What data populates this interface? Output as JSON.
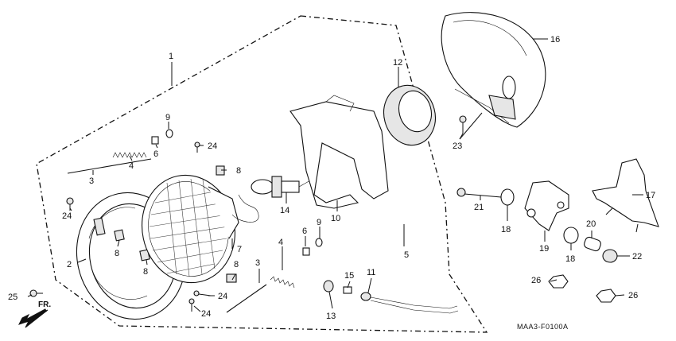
{
  "diagram": {
    "callouts": [
      {
        "id": "c1",
        "text": "1"
      },
      {
        "id": "c2",
        "text": "2"
      },
      {
        "id": "c3a",
        "text": "3"
      },
      {
        "id": "c3b",
        "text": "3"
      },
      {
        "id": "c4a",
        "text": "4"
      },
      {
        "id": "c4b",
        "text": "4"
      },
      {
        "id": "c5",
        "text": "5"
      },
      {
        "id": "c6a",
        "text": "6"
      },
      {
        "id": "c6b",
        "text": "6"
      },
      {
        "id": "c7",
        "text": "7"
      },
      {
        "id": "c8a",
        "text": "8"
      },
      {
        "id": "c8b",
        "text": "8"
      },
      {
        "id": "c8c",
        "text": "8"
      },
      {
        "id": "c8d",
        "text": "8"
      },
      {
        "id": "c9a",
        "text": "9"
      },
      {
        "id": "c9b",
        "text": "9"
      },
      {
        "id": "c10",
        "text": "10"
      },
      {
        "id": "c11",
        "text": "11"
      },
      {
        "id": "c12",
        "text": "12"
      },
      {
        "id": "c13",
        "text": "13"
      },
      {
        "id": "c14",
        "text": "14"
      },
      {
        "id": "c15",
        "text": "15"
      },
      {
        "id": "c16",
        "text": "16"
      },
      {
        "id": "c17",
        "text": "17"
      },
      {
        "id": "c18a",
        "text": "18"
      },
      {
        "id": "c18b",
        "text": "18"
      },
      {
        "id": "c19",
        "text": "19"
      },
      {
        "id": "c20",
        "text": "20"
      },
      {
        "id": "c21",
        "text": "21"
      },
      {
        "id": "c22",
        "text": "22"
      },
      {
        "id": "c23",
        "text": "23"
      },
      {
        "id": "c24a",
        "text": "24"
      },
      {
        "id": "c24b",
        "text": "24"
      },
      {
        "id": "c24c",
        "text": "24"
      },
      {
        "id": "c24d",
        "text": "24"
      },
      {
        "id": "c25",
        "text": "25"
      },
      {
        "id": "c26a",
        "text": "26"
      },
      {
        "id": "c26b",
        "text": "26"
      }
    ],
    "direction_label": "FR.",
    "drawing_code": "MAA3-F0100A"
  }
}
